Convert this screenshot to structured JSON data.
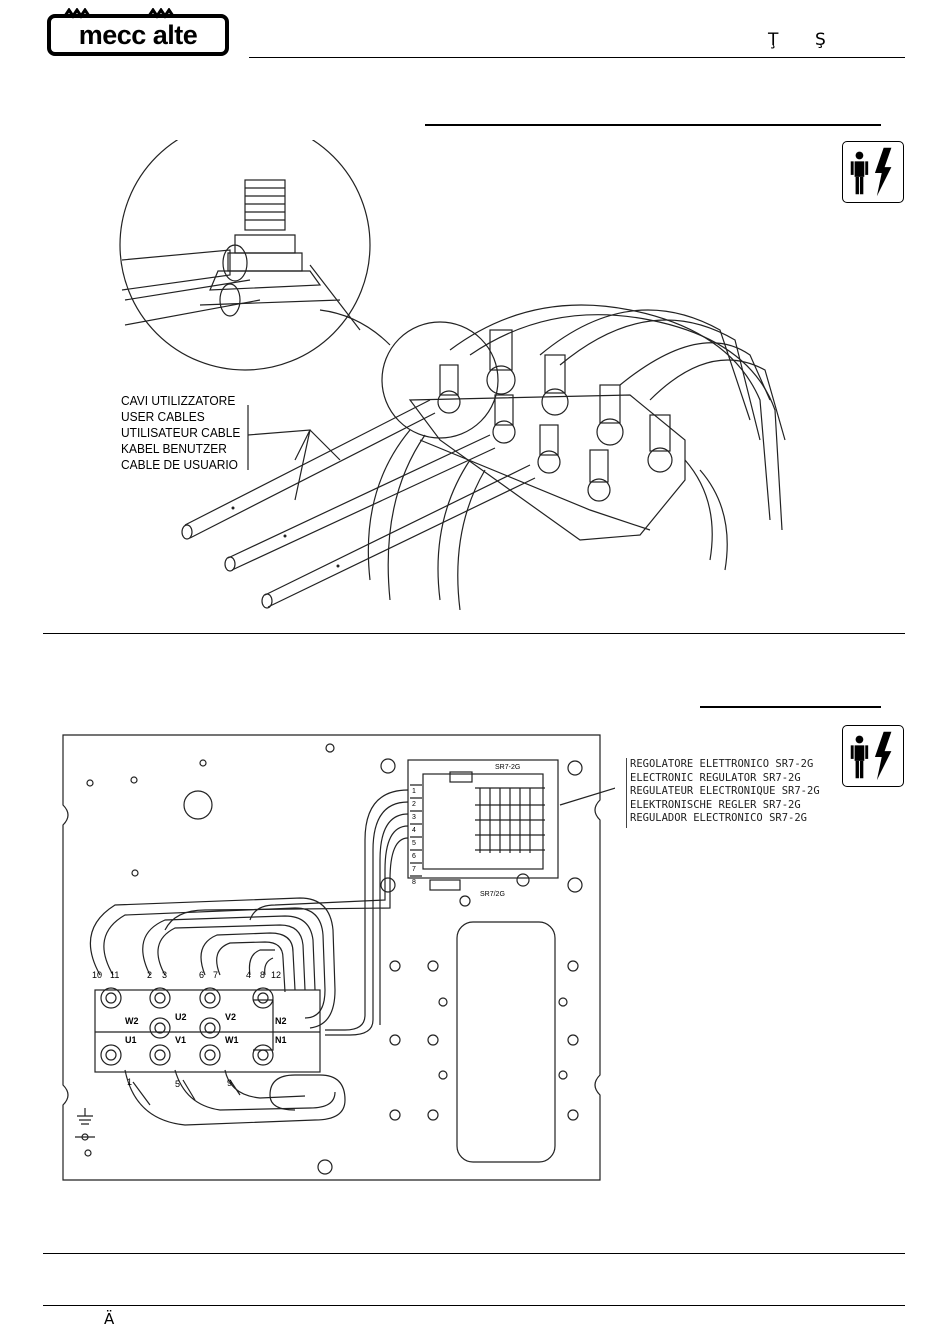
{
  "header": {
    "brand": "mecc alte",
    "glyph_1": "Ţ",
    "glyph_2": "Ş"
  },
  "figure_top": {
    "cable_labels": [
      "CAVI UTILIZZATORE",
      "USER CABLES",
      "UTILISATEUR CABLE",
      "KABEL BENUTZER",
      "CABLE DE USUARIO"
    ]
  },
  "figure_bottom": {
    "regulator_labels": [
      "REGOLATORE ELETTRONICO SR7-2G",
      "ELECTRONIC REGULATOR SR7-2G",
      "REGULATEUR ELECTRONIQUE SR7-2G",
      "ELEKTRONISCHE REGLER SR7-2G",
      "REGULADOR ELECTRONICO SR7-2G"
    ],
    "terminal_numbers": [
      "10",
      "11",
      "2",
      "3",
      "6",
      "7",
      "4",
      "8",
      "12",
      "1",
      "5",
      "9"
    ],
    "terminal_names": [
      "W2",
      "U2",
      "V2",
      "N2",
      "U1",
      "V1",
      "W1",
      "N1"
    ],
    "regulator_pins": [
      "1",
      "2",
      "3",
      "4",
      "5",
      "6",
      "7",
      "8"
    ],
    "regulator_codes": [
      "SR7-2G",
      "SR7/2G"
    ]
  },
  "footer": {
    "glyph": "Ä"
  },
  "icons": [
    "person-electric-shock-warning-icon",
    "ground-symbol-icon"
  ]
}
